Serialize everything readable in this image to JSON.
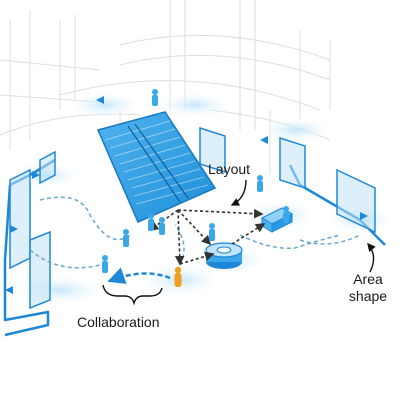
{
  "labels": {
    "layout": "Layout",
    "collaboration": "Collaboration",
    "area_shape_line1": "Area",
    "area_shape_line2": "shape"
  },
  "colors": {
    "accent": "#1e9ae8",
    "accent_light": "#cfe9fb",
    "floor_glow": "#e3f3fd",
    "building_lines": "#d6dbe0",
    "highlight_person": "#f0a020",
    "arrows_dark": "#333333"
  }
}
